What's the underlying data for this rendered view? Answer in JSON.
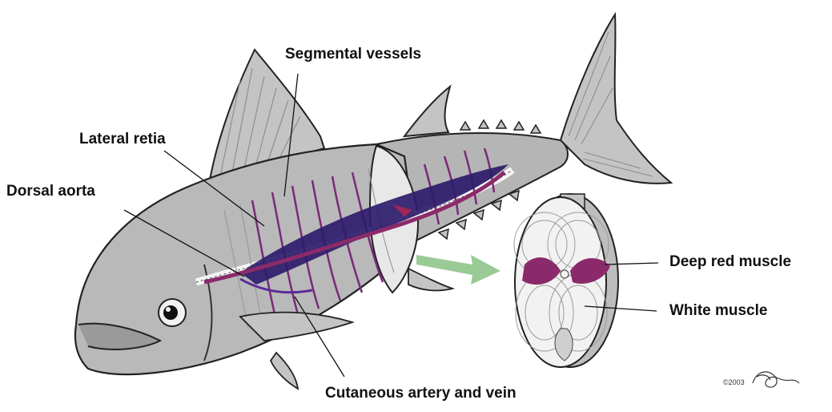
{
  "diagram": {
    "labels": {
      "segmental_vessels": "Segmental vessels",
      "lateral_retia": "Lateral retia",
      "dorsal_aorta": "Dorsal aorta",
      "cutaneous_artery_vein": "Cutaneous artery and vein",
      "deep_red_muscle": "Deep red muscle",
      "white_muscle": "White muscle",
      "copyright": "©2003"
    },
    "colors": {
      "fish_body": "#b9b9b9",
      "fish_outline": "#222222",
      "fin_gray": "#c4c4c4",
      "red_muscle": "#8b2a6a",
      "blood_vessel": "#3b1a6e",
      "arrow_green": "#8fc48a",
      "white_muscle": "#f2f2f2"
    },
    "icons": [
      "tuna-body-illustration",
      "cross-section-illustration",
      "green-arrow-icon",
      "signature-mark"
    ]
  }
}
